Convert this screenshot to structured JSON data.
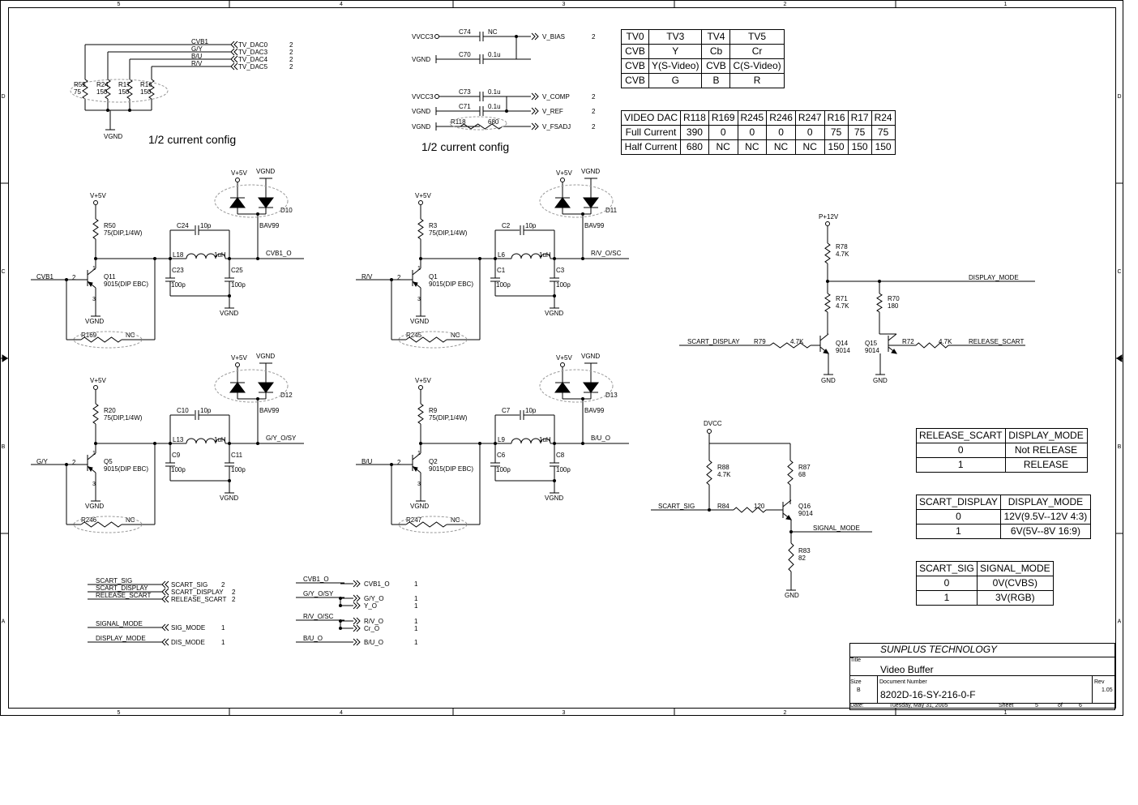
{
  "border": {
    "col_labels": [
      "5",
      "4",
      "3",
      "2",
      "1"
    ],
    "row_labels": [
      "D",
      "C",
      "B",
      "A"
    ]
  },
  "dac_section": {
    "nets": [
      "CVB1",
      "G/Y",
      "B/U",
      "R/V"
    ],
    "ports": [
      "TV_DAC0",
      "TV_DAC3",
      "TV_DAC4",
      "TV_DAC5"
    ],
    "port_pages": [
      "2",
      "2",
      "2",
      "2"
    ],
    "resistors": [
      {
        "ref": "R55",
        "val": "75"
      },
      {
        "ref": "R24",
        "val": "150"
      },
      {
        "ref": "R17",
        "val": "150"
      },
      {
        "ref": "R16",
        "val": "150"
      }
    ],
    "gnd": "VGND",
    "note": "1/2 current config"
  },
  "ref_section": {
    "rows": [
      {
        "src": "VVCC3",
        "ref": "C74",
        "val": "NC",
        "port": "V_BIAS",
        "page": "2"
      },
      {
        "src": "VGND",
        "ref": "C70",
        "val": "0.1u",
        "port": "",
        "page": ""
      },
      {
        "src": "VVCC3",
        "ref": "C73",
        "val": "0.1u",
        "port": "V_COMP",
        "page": "2"
      },
      {
        "src": "VGND",
        "ref": "C71",
        "val": "0.1u",
        "port": "V_REF",
        "page": "2"
      },
      {
        "src": "VGND",
        "ref": "R118",
        "val": "680",
        "port": "V_FSADJ",
        "page": "2"
      }
    ],
    "note": "1/2 current config"
  },
  "tv_table": [
    [
      "TV0",
      "TV3",
      "TV4",
      "TV5"
    ],
    [
      "CVB",
      "Y",
      "Cb",
      "Cr"
    ],
    [
      "CVB",
      "Y(S-Video)",
      "CVB",
      "C(S-Video)"
    ],
    [
      "CVB",
      "G",
      "B",
      "R"
    ]
  ],
  "dac_table": [
    [
      "VIDEO DAC",
      "R118",
      "R169",
      "R245",
      "R246",
      "R247",
      "R16",
      "R17",
      "R24"
    ],
    [
      "Full Current",
      "390",
      "0",
      "0",
      "0",
      "0",
      "75",
      "75",
      "75"
    ],
    [
      "Half Current",
      "680",
      "NC",
      "NC",
      "NC",
      "NC",
      "150",
      "150",
      "150"
    ]
  ],
  "buffers": [
    {
      "in": "CVB1",
      "out": "CVB1_O",
      "r_pull": "R50",
      "q": "Q11",
      "cap_top": "C24",
      "l": "L18",
      "c_left": "C23",
      "c_right": "C25",
      "r_bypass": "R169",
      "d": "D10"
    },
    {
      "in": "R/V",
      "out": "R/V_O/SC",
      "r_pull": "R3",
      "q": "Q1",
      "cap_top": "C2",
      "l": "L6",
      "c_left": "C1",
      "c_right": "C3",
      "r_bypass": "R245",
      "d": "D11"
    },
    {
      "in": "G/Y",
      "out": "G/Y_O/SY",
      "r_pull": "R20",
      "q": "Q5",
      "cap_top": "C10",
      "l": "L13",
      "c_left": "C9",
      "c_right": "C11",
      "r_bypass": "R246",
      "d": "D12"
    },
    {
      "in": "B/U",
      "out": "B/U_O",
      "r_pull": "R9",
      "q": "Q2",
      "cap_top": "C7",
      "l": "L9",
      "c_left": "C6",
      "c_right": "C8",
      "r_bypass": "R247",
      "d": "D13"
    }
  ],
  "buffer_common": {
    "vcc": "V+5V",
    "gnd": "VGND",
    "r_val": "75(DIP,1/4W)",
    "q_val": "9015(DIP EBC)",
    "c_top_val": "10p",
    "l_val": "1uH",
    "c_val": "100p",
    "r_bypass_val": "NC",
    "d_val": "BAV99",
    "pin_b": "2",
    "pin_c": "1",
    "pin_e": "3"
  },
  "display_section": {
    "supply": "P+12V",
    "r78": {
      "ref": "R78",
      "val": "4.7K"
    },
    "r71": {
      "ref": "R71",
      "val": "4.7K"
    },
    "r70": {
      "ref": "R70",
      "val": "180"
    },
    "r79": {
      "ref": "R79",
      "val": "4.7K"
    },
    "r72": {
      "ref": "R72",
      "val": "4.7K"
    },
    "q14": {
      "ref": "Q14",
      "val": "9014"
    },
    "q15": {
      "ref": "Q15",
      "val": "9014"
    },
    "net_display": "DISPLAY_MODE",
    "net_in": "SCART_DISPLAY",
    "net_release": "RELEASE_SCART",
    "gnd": "GND"
  },
  "signal_section": {
    "supply": "DVCC",
    "r88": {
      "ref": "R88",
      "val": "4.7K"
    },
    "r87": {
      "ref": "R87",
      "val": "68"
    },
    "r84": {
      "ref": "R84",
      "val": "120"
    },
    "r83": {
      "ref": "R83",
      "val": "82"
    },
    "q16": {
      "ref": "Q16",
      "val": "9014"
    },
    "net_in": "SCART_SIG",
    "net_out": "SIGNAL_MODE",
    "gnd": "GND"
  },
  "release_table": [
    [
      "RELEASE_SCART",
      "DISPLAY_MODE"
    ],
    [
      "0",
      "Not RELEASE"
    ],
    [
      "1",
      "RELEASE"
    ]
  ],
  "scart_display_table": [
    [
      "SCART_DISPLAY",
      "DISPLAY_MODE"
    ],
    [
      "0",
      "12V(9.5V--12V 4:3)"
    ],
    [
      "1",
      "6V(5V--8V 16:9)"
    ]
  ],
  "scart_sig_table": [
    [
      "SCART_SIG",
      "SIGNAL_MODE"
    ],
    [
      "0",
      "0V(CVBS)"
    ],
    [
      "1",
      "3V(RGB)"
    ]
  ],
  "ports_left": [
    {
      "net": "SCART_SIG",
      "port": "SCART_SIG",
      "page": "2"
    },
    {
      "net": "SCART_DISPLAY",
      "port": "SCART_DISPLAY",
      "page": "2"
    },
    {
      "net": "RELEASE_SCART",
      "port": "RELEASE_SCART",
      "page": "2"
    },
    {
      "net": "SIGNAL_MODE",
      "port": "SIG_MODE",
      "page": "1"
    },
    {
      "net": "DISPLAY_MODE",
      "port": "DIS_MODE",
      "page": "1"
    }
  ],
  "ports_right": [
    {
      "net": "CVB1_O",
      "ports": [
        "CVB1_O"
      ],
      "page": "1"
    },
    {
      "net": "G/Y_O/SY",
      "ports": [
        "G/Y_O",
        "Y_O"
      ],
      "page": "1"
    },
    {
      "net": "R/V_O/SC",
      "ports": [
        "R/V_O",
        "Cr_O"
      ],
      "page": "1"
    },
    {
      "net": "B/U_O",
      "ports": [
        "B/U_O"
      ],
      "page": "1"
    }
  ],
  "title_block": {
    "company": "SUNPLUS TECHNOLOGY",
    "title_label": "Title",
    "title": "Video Buffer",
    "size_label": "Size",
    "size": "B",
    "docnum_label": "Document Number",
    "docnum": "8202D-16-SY-216-0-F",
    "rev_label": "Rev",
    "rev": "1.05",
    "date_label": "Date:",
    "date": "Tuesday, May 31, 2005",
    "sheet_label": "Sheet",
    "sheet": "5",
    "of_label": "of",
    "total": "6"
  }
}
